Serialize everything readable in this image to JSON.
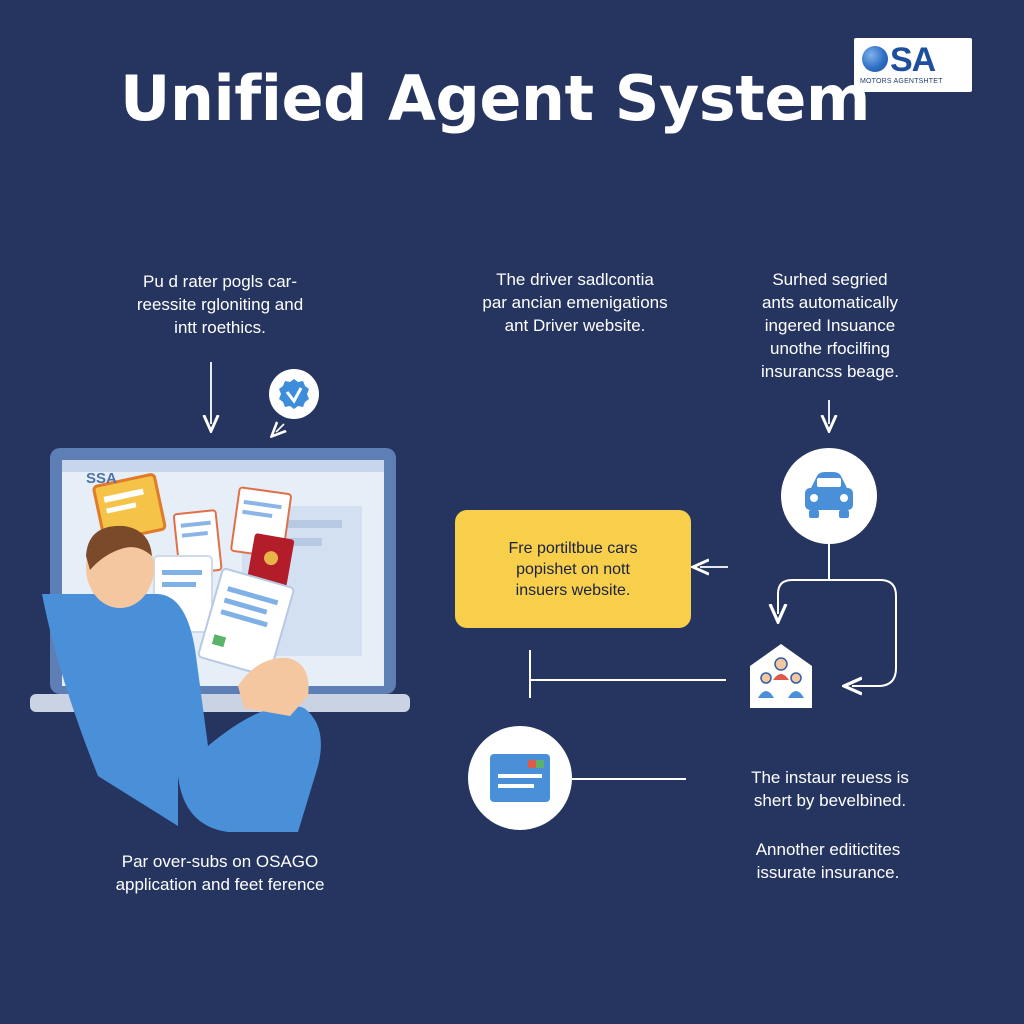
{
  "title": "Unified Agent System",
  "logo": {
    "mark": "SA",
    "subtitle": "MOTORS AGENTSHTET"
  },
  "laptop": {
    "screen_brand": "SSA"
  },
  "captions": {
    "top_left": [
      "Pu d rater pogls car-",
      "reessite rgloniting and",
      "intt roethics."
    ],
    "top_center": [
      "The driver sadlcontia",
      "par ancian emenigations",
      "ant Driver website."
    ],
    "top_right": [
      "Surhed segried",
      "ants automatically",
      "ingered Insuance",
      "unothe rfocilfing",
      "insurancss beage."
    ],
    "callout": [
      "Fre portiltbue cars",
      "popishet on nott",
      "insuers website."
    ],
    "bottom_left": [
      "Par over-subs on OSAGO",
      "application and feet ference"
    ],
    "bottom_right_1": [
      "The instaur reuess is",
      "shert by bevelbined."
    ],
    "bottom_right_2": [
      "Annother editictites",
      "issurate insurance."
    ]
  },
  "icons": {
    "verified": "verified-badge-icon",
    "car": "car-icon",
    "agents": "agents-house-icon",
    "card": "card-icon",
    "person": "person-at-laptop-illustration"
  },
  "colors": {
    "background": "#263560",
    "callout": "#f7cf4a",
    "accent_blue": "#4a90d9"
  }
}
